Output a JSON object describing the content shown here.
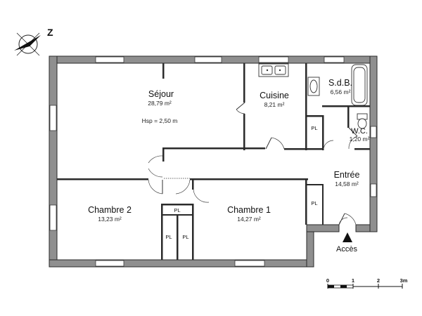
{
  "compass": {
    "north_label": "Z"
  },
  "rooms": [
    {
      "id": "sejour",
      "name": "Séjour",
      "area": "28,79 m²",
      "extra": "Hsp = 2,50 m"
    },
    {
      "id": "cuisine",
      "name": "Cuisine",
      "area": "8,21 m²"
    },
    {
      "id": "sdb",
      "name": "S.d.B.",
      "area": "6,56 m²"
    },
    {
      "id": "wc",
      "name": "W.C.",
      "area": "1,20 m²"
    },
    {
      "id": "entree",
      "name": "Entrée",
      "area": "14,58 m²"
    },
    {
      "id": "chambre2",
      "name": "Chambre 2",
      "area": "13,23 m²"
    },
    {
      "id": "chambre1",
      "name": "Chambre 1",
      "area": "14,27 m²"
    }
  ],
  "closets": [
    "PL",
    "PL",
    "PL",
    "PL",
    "PL"
  ],
  "access_label": "Accès",
  "scale": {
    "ticks": [
      "0",
      "1",
      "2",
      "3m"
    ]
  }
}
